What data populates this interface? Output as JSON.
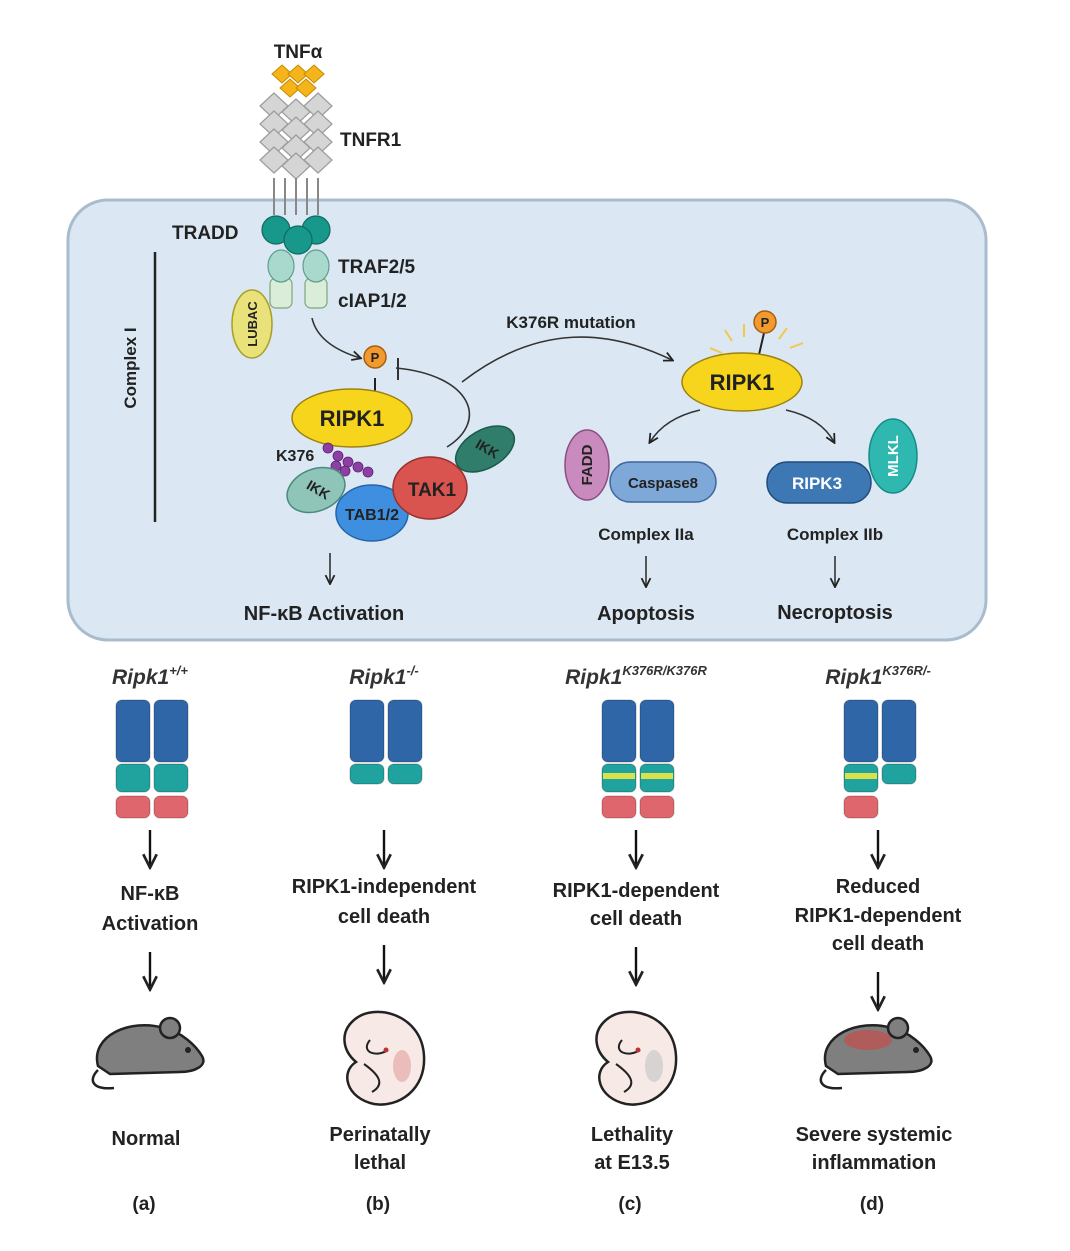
{
  "colors": {
    "cell": "#dbe8f3",
    "cell_border": "#a9bccd",
    "ripk1": "#f7d51c",
    "phospho": "#f29a2e",
    "tak1": "#d9534f",
    "tab": "#3f8fe0",
    "ikk": "#8fc4b8",
    "ikk_dark": "#2f7d6a",
    "fadd": "#c98bbd",
    "caspase": "#7ea8d8",
    "ripk3": "#3d78b5",
    "mlkl": "#2fb8b0",
    "lubac": "#e9e27a",
    "tradd": "#18988a",
    "traf": "#a9d9cc",
    "tnfa": "#f4b41a",
    "tnfr1": "#d5d5d5",
    "ubiquitin": "#8d3fa4",
    "domain_dd": "#2f66a8",
    "domain_id": "#20a39e",
    "domain_kd": "#e0666e",
    "mutation": "#d9e24a"
  },
  "receptor": {
    "ligand": "TNFα",
    "receptor": "TNFR1",
    "adaptor": "TRADD",
    "traf": "TRAF2/5",
    "ciap": "cIAP1/2",
    "lubac": "LUBAC",
    "complex_label": "Complex I"
  },
  "complex1": {
    "phospho": "P",
    "ripk1": "RIPK1",
    "site": "K376",
    "ikk_left": "IKK",
    "ikk_right": "IKK",
    "tab": "TAB1/2",
    "tak1": "TAK1",
    "outcome": "NF-κB Activation"
  },
  "mutation_label": "K376R mutation",
  "complex2": {
    "phospho": "P",
    "ripk1": "RIPK1",
    "fadd": "FADD",
    "caspase": "Caspase8",
    "ripk3": "RIPK3",
    "mlkl": "MLKL",
    "iia_label": "Complex IIa",
    "iib_label": "Complex IIb",
    "iia_outcome": "Apoptosis",
    "iib_outcome": "Necroptosis"
  },
  "genotypes": [
    {
      "gene": "Ripk1",
      "sup": "+/+",
      "result": [
        "NF-κB",
        "Activation"
      ],
      "phenotype": [
        "Normal"
      ],
      "panel": "(a)"
    },
    {
      "gene": "Ripk1",
      "sup": "-/-",
      "result": [
        "RIPK1-independent",
        "cell death"
      ],
      "phenotype": [
        "Perinatally",
        "lethal"
      ],
      "panel": "(b)"
    },
    {
      "gene": "Ripk1",
      "sup": "K376R/K376R",
      "result": [
        "RIPK1-dependent",
        "cell death"
      ],
      "phenotype": [
        "Lethality",
        "at E13.5"
      ],
      "panel": "(c)"
    },
    {
      "gene": "Ripk1",
      "sup": "K376R/-",
      "result": [
        "Reduced",
        "RIPK1-dependent",
        "cell death"
      ],
      "phenotype": [
        "Severe systemic",
        "inflammation"
      ],
      "panel": "(d)"
    }
  ]
}
